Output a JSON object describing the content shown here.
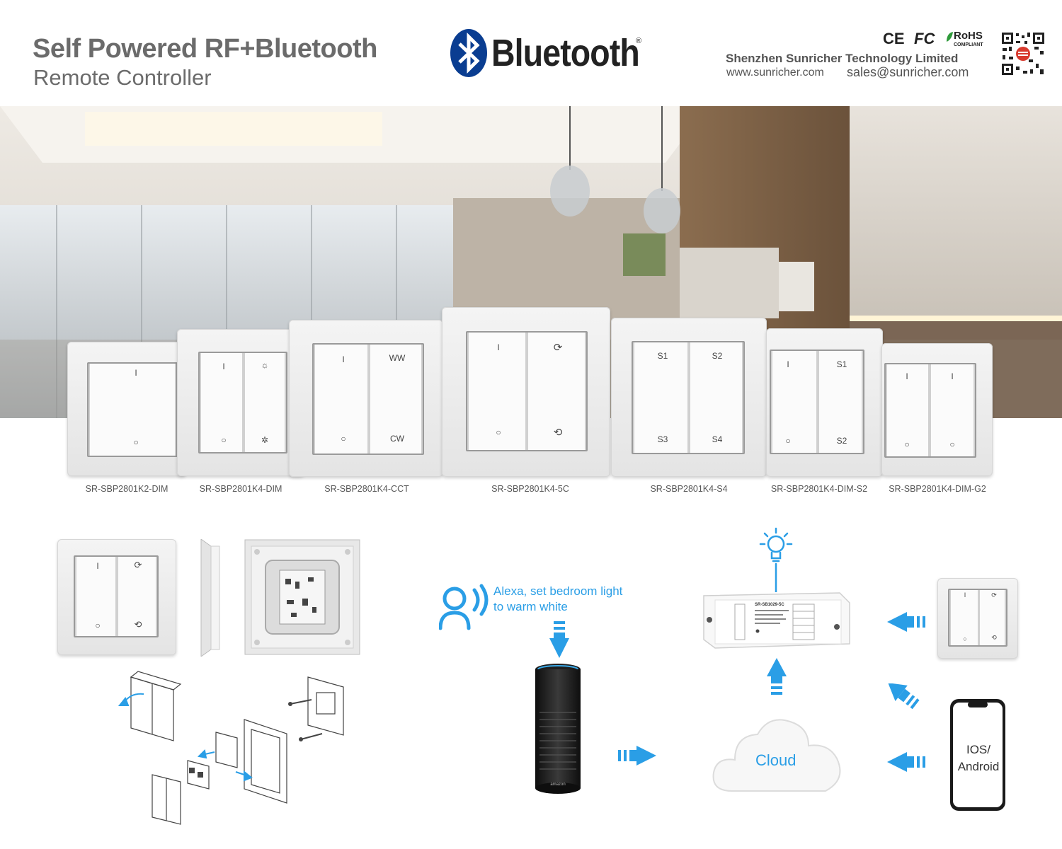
{
  "header": {
    "title_main": "Self Powered RF+Bluetooth",
    "title_sub": "Remote Controller",
    "brand_word": "Bluetooth",
    "brand_reg": "®",
    "certs": [
      "CE",
      "FC",
      "RoHS",
      "COMPLIANT"
    ],
    "company": "Shenzhen Sunricher Technology Limited",
    "website": "www.sunricher.com",
    "email": "sales@sunricher.com"
  },
  "products": [
    {
      "model": "SR-SBP2801K2-DIM",
      "glyphs": [
        "I",
        "○"
      ]
    },
    {
      "model": "SR-SBP2801K4-DIM",
      "glyphs": [
        "I",
        "☼",
        "○",
        "✲"
      ]
    },
    {
      "model": "SR-SBP2801K4-CCT",
      "glyphs": [
        "I",
        "WW",
        "○",
        "CW"
      ]
    },
    {
      "model": "SR-SBP2801K4-5C",
      "glyphs": [
        "I",
        "⟳",
        "○",
        "⟲"
      ]
    },
    {
      "model": "SR-SBP2801K4-S4",
      "glyphs": [
        "S1",
        "S2",
        "S3",
        "S4"
      ]
    },
    {
      "model": "SR-SBP2801K4-DIM-S2",
      "glyphs": [
        "I",
        "S1",
        "○",
        "S2"
      ]
    },
    {
      "model": "SR-SBP2801K4-DIM-G2",
      "glyphs": [
        "I",
        "I",
        "○",
        "○"
      ]
    }
  ],
  "diagram": {
    "voice_line1": "Alexa, set bedroom light",
    "voice_line2": "to warm white",
    "cloud": "Cloud",
    "phone_line1": "IOS/",
    "phone_line2": "Android",
    "controller_model": "SR-SB1029-5C",
    "echo_brand": "amazon",
    "accent_color": "#2a9ee6"
  }
}
